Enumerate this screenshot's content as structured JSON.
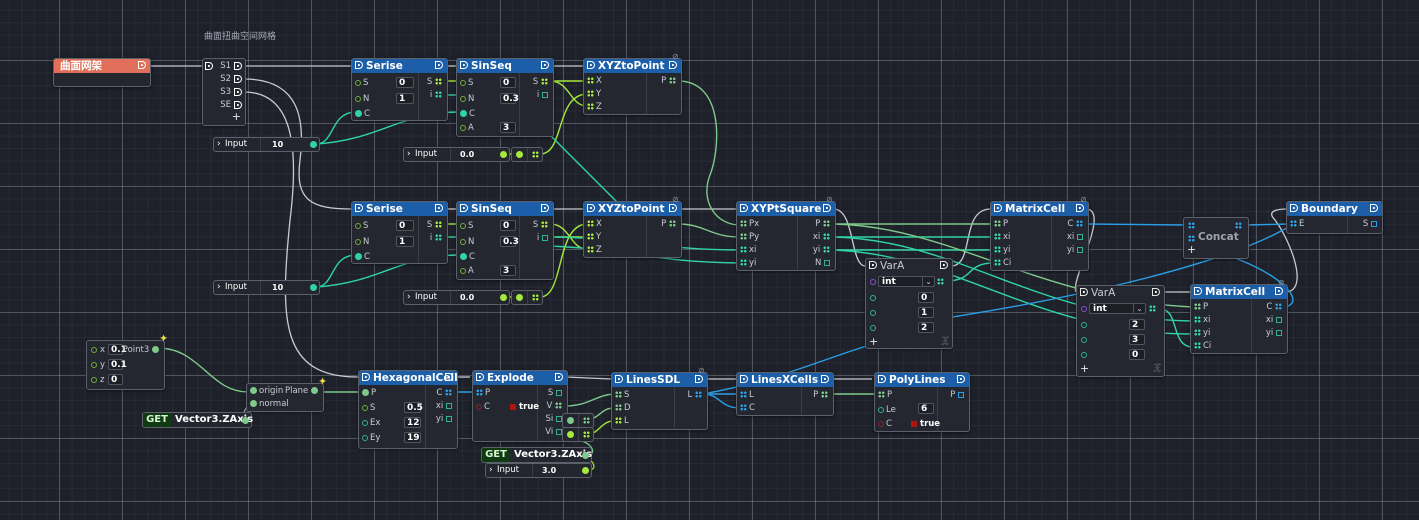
{
  "canvas": {
    "comment": "曲面扭曲空间网格",
    "colors": {
      "header": "#1c5fa8",
      "accent_node": "#e0705a",
      "wire_teal": "#2fd4a2",
      "wire_lime": "#a6e83c",
      "wire_blue": "#2a9fe8",
      "wire_white": "#c8cad0",
      "wire_sage": "#7fc98a",
      "get_badge": "#0f3a12",
      "checkbox": "#b0140e"
    }
  },
  "nodes": {
    "mesh": {
      "title": "曲面网架"
    },
    "sequence": {
      "outputs": [
        "S1",
        "S2",
        "S3",
        "SE"
      ],
      "add": "+"
    },
    "serise1": {
      "title": "Serise",
      "inputs": [
        {
          "name": "S",
          "value": "0"
        },
        {
          "name": "N",
          "value": "1"
        },
        {
          "name": "C",
          "value": ""
        }
      ],
      "outputs": [
        "S",
        "i"
      ]
    },
    "sinseq1": {
      "title": "SinSeq",
      "inputs": [
        {
          "name": "S",
          "value": "0"
        },
        {
          "name": "N",
          "value": "0.3"
        },
        {
          "name": "C",
          "value": ""
        },
        {
          "name": "A",
          "value": "3"
        }
      ],
      "outputs": [
        "S",
        "i"
      ]
    },
    "xyz1": {
      "title": "XYZtoPoint",
      "inputs": [
        "X",
        "Y",
        "Z"
      ],
      "outputs": [
        "P"
      ]
    },
    "input1": {
      "label": "Input",
      "value": "10"
    },
    "input2": {
      "label": "Input",
      "value": "0.0"
    },
    "serise2": {
      "title": "Serise",
      "inputs": [
        {
          "name": "S",
          "value": "0"
        },
        {
          "name": "N",
          "value": "1"
        },
        {
          "name": "C",
          "value": ""
        }
      ],
      "outputs": [
        "S",
        "i"
      ]
    },
    "sinseq2": {
      "title": "SinSeq",
      "inputs": [
        {
          "name": "S",
          "value": "0"
        },
        {
          "name": "N",
          "value": "0.3"
        },
        {
          "name": "C",
          "value": ""
        },
        {
          "name": "A",
          "value": "3"
        }
      ],
      "outputs": [
        "S",
        "i"
      ]
    },
    "xyz2": {
      "title": "XYZtoPoint",
      "inputs": [
        "X",
        "Y",
        "Z"
      ],
      "outputs": [
        "P"
      ]
    },
    "input3": {
      "label": "Input",
      "value": "10"
    },
    "input4": {
      "label": "Input",
      "value": "0.0"
    },
    "xypt": {
      "title": "XYPtSquare",
      "inputs": [
        "Px",
        "Py",
        "xi",
        "yi"
      ],
      "outputs": [
        "P",
        "xi",
        "yi",
        "N"
      ]
    },
    "vara1": {
      "title": "VarA",
      "type": "int",
      "values": [
        "0",
        "1",
        "2"
      ],
      "add": "+"
    },
    "matrix1": {
      "title": "MatrixCell",
      "inputs": [
        "P",
        "xi",
        "yi",
        "Ci"
      ],
      "outputs": [
        "C",
        "xi",
        "yi"
      ]
    },
    "concat": {
      "title": "Concat",
      "add": "+"
    },
    "boundary": {
      "title": "Boundary",
      "inputs": [
        "E"
      ],
      "outputs": [
        "S"
      ]
    },
    "vara2": {
      "title": "VarA",
      "type": "int",
      "values": [
        "2",
        "3",
        "0"
      ],
      "add": "+"
    },
    "matrix2": {
      "title": "MatrixCell",
      "inputs": [
        "P",
        "xi",
        "yi",
        "Ci"
      ],
      "outputs": [
        "C",
        "xi",
        "yi"
      ]
    },
    "point3": {
      "inputs": [
        {
          "name": "x",
          "value": "0.1"
        },
        {
          "name": "y",
          "value": "0.1"
        },
        {
          "name": "z",
          "value": "0"
        }
      ],
      "output": "Point3"
    },
    "plane": {
      "inputs": [
        "origin",
        "normal"
      ],
      "output": "Plane"
    },
    "get1": {
      "badge": "GET",
      "label": "Vector3.ZAxis"
    },
    "hexcell": {
      "title": "HexagonalCell",
      "inputs": [
        {
          "name": "P",
          "value": ""
        },
        {
          "name": "S",
          "value": "0.5"
        },
        {
          "name": "Ex",
          "value": "12"
        },
        {
          "name": "Ey",
          "value": "19"
        }
      ],
      "outputs": [
        "C",
        "xi",
        "yi"
      ]
    },
    "explode": {
      "title": "Explode",
      "inputs": [
        {
          "name": "P",
          "value": ""
        },
        {
          "name": "C",
          "value": "true"
        }
      ],
      "outputs": [
        "S",
        "V",
        "Si",
        "Vi"
      ]
    },
    "get2": {
      "badge": "GET",
      "label": "Vector3.ZAxis"
    },
    "input5": {
      "label": "Input",
      "value": "3.0"
    },
    "linessdl": {
      "title": "LinesSDL",
      "inputs": [
        "S",
        "D",
        "L"
      ],
      "outputs": [
        "L"
      ]
    },
    "linesxcells": {
      "title": "LinesXCells",
      "inputs": [
        "L",
        "C"
      ],
      "outputs": [
        "P"
      ]
    },
    "polylines": {
      "title": "PolyLines",
      "inputs": [
        {
          "name": "P",
          "value": ""
        },
        {
          "name": "Le",
          "value": "6"
        },
        {
          "name": "C",
          "value": "true"
        }
      ],
      "outputs": [
        "P"
      ]
    }
  }
}
